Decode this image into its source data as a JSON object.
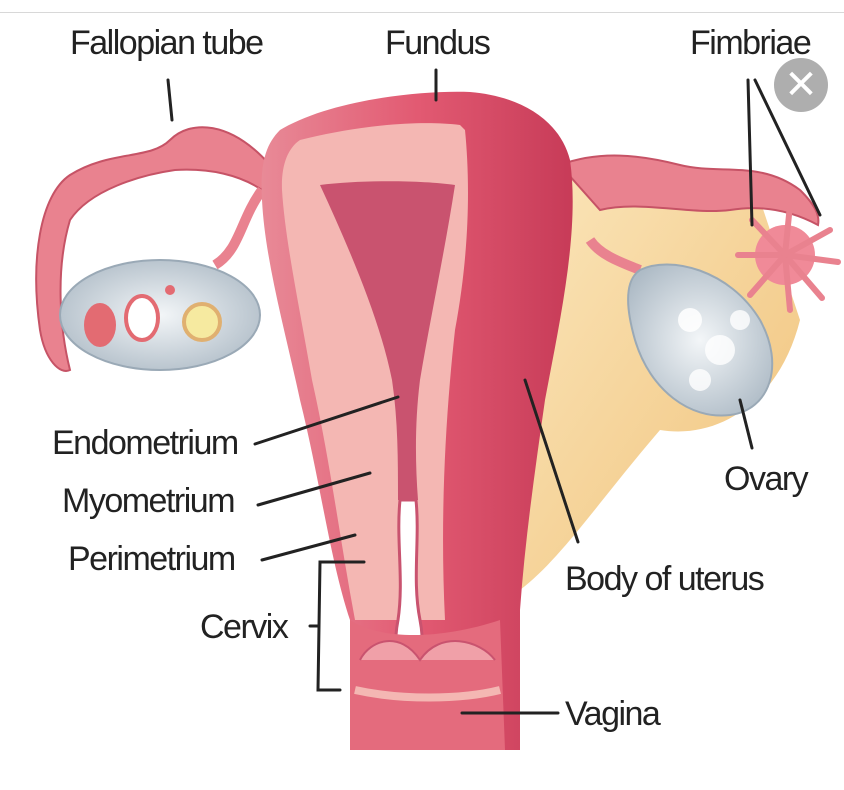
{
  "labels": {
    "fallopian_tube": "Fallopian tube",
    "fundus": "Fundus",
    "fimbriae": "Fimbriae",
    "endometrium": "Endometrium",
    "myometrium": "Myometrium",
    "perimetrium": "Perimetrium",
    "cervix": "Cervix",
    "ovary": "Ovary",
    "body_of_uterus": "Body of uterus",
    "vagina": "Vagina"
  },
  "close_button": {
    "icon": "close-icon",
    "glyph": "✕"
  },
  "colors": {
    "uterus_outer": "#e0526a",
    "uterus_dark": "#c43a56",
    "myometrium": "#f4b7b3",
    "endometrium": "#c9536f",
    "ligament": "#f6d9a0",
    "ovary": "#cfd8e0",
    "tube": "#e9828f"
  }
}
